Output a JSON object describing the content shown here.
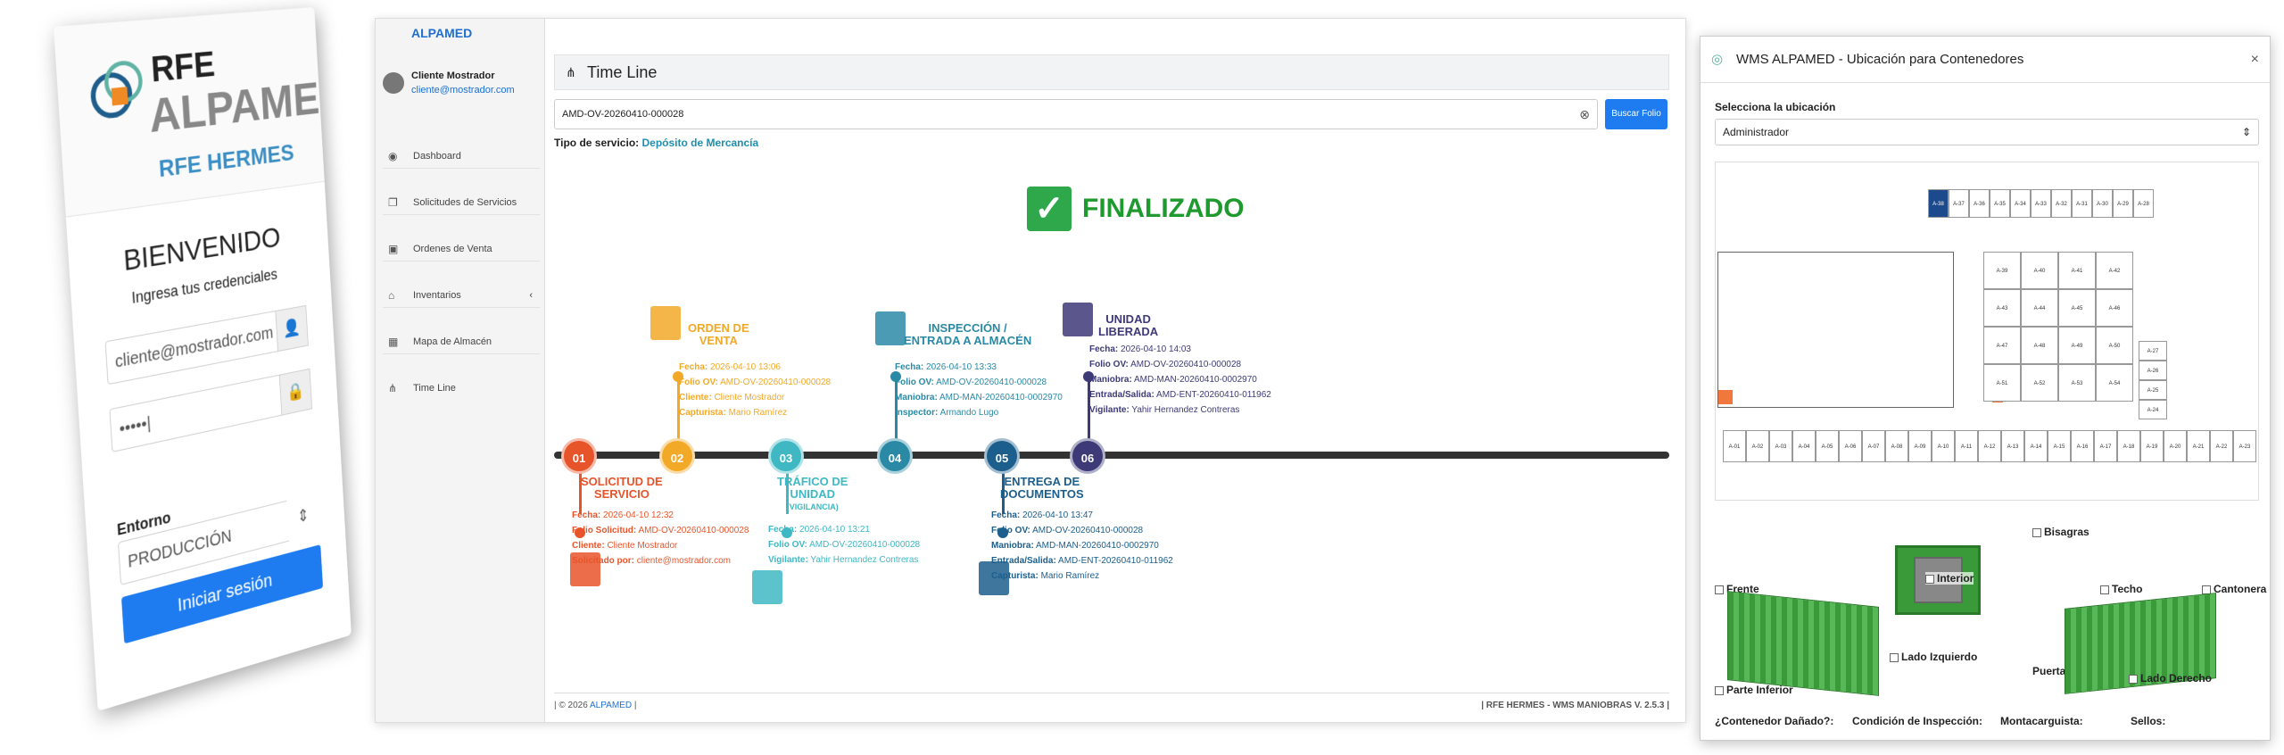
{
  "login": {
    "brand_top": "RFE",
    "brand_bottom": "ALPAMED",
    "product": "RFE HERMES",
    "welcome": "BIENVENIDO",
    "subtitle": "Ingresa tus credenciales",
    "email": "cliente@mostrador.com",
    "password": "•••••|",
    "env_label": "Entorno",
    "env_value": "PRODUCCIÓN",
    "login_button": "Iniciar sesión"
  },
  "sidebar": {
    "brand": "ALPAMED",
    "user_name": "Cliente Mostrador",
    "user_email": "cliente@mostrador.com",
    "items": [
      {
        "label": "Dashboard"
      },
      {
        "label": "Solicitudes de Servicios"
      },
      {
        "label": "Ordenes de Venta"
      },
      {
        "label": "Inventarios",
        "chevron": "‹"
      },
      {
        "label": "Mapa de Almacén"
      },
      {
        "label": "Time Line"
      }
    ]
  },
  "timeline": {
    "title": "Time Line",
    "folio": "AMD-OV-20260410-000028",
    "search_button": "Buscar Folio",
    "service_label": "Tipo de servicio:",
    "service_value": "Depósito de Mercancía",
    "status": "FINALIZADO",
    "steps": [
      {
        "num": "01",
        "color": "#e8542a",
        "title1": "SOLICITUD DE",
        "title2": "SERVICIO",
        "lines": [
          [
            "Fecha:",
            "2026-04-10 12:32"
          ],
          [
            "Folio Solicitud:",
            "AMD-OV-20260410-000028"
          ],
          [
            "Cliente:",
            "Cliente Mostrador"
          ],
          [
            "Solicitado por:",
            "cliente@mostrador.com"
          ]
        ]
      },
      {
        "num": "02",
        "color": "#f2a928",
        "title1": "ORDEN DE",
        "title2": "VENTA",
        "lines": [
          [
            "Fecha:",
            "2026-04-10 13:06"
          ],
          [
            "Folio OV:",
            "AMD-OV-20260410-000028"
          ],
          [
            "Cliente:",
            "Cliente Mostrador"
          ],
          [
            "Capturista:",
            "Mario Ramírez"
          ]
        ]
      },
      {
        "num": "03",
        "color": "#3fb8c4",
        "title1": "TRÁFICO DE",
        "title2": "UNIDAD",
        "title3": "(VIGILANCIA)",
        "lines": [
          [
            "Fecha:",
            "2026-04-10 13:21"
          ],
          [
            "Folio OV:",
            "AMD-OV-20260410-000028"
          ],
          [
            "Vigilante:",
            "Yahir Hernandez Contreras"
          ]
        ]
      },
      {
        "num": "04",
        "color": "#2a8aa6",
        "title1": "INSPECCIÓN /",
        "title2": "ENTRADA A ALMACÉN",
        "lines": [
          [
            "Fecha:",
            "2026-04-10 13:33"
          ],
          [
            "Folio OV:",
            "AMD-OV-20260410-000028"
          ],
          [
            "Maniobra:",
            "AMD-MAN-20260410-0002970"
          ],
          [
            "Inspector:",
            "Armando Lugo"
          ]
        ]
      },
      {
        "num": "05",
        "color": "#1c5e8c",
        "title1": "ENTREGA DE",
        "title2": "DOCUMENTOS",
        "lines": [
          [
            "Fecha:",
            "2026-04-10 13:47"
          ],
          [
            "Folio OV:",
            "AMD-OV-20260410-000028"
          ],
          [
            "Maniobra:",
            "AMD-MAN-20260410-0002970"
          ],
          [
            "Entrada/Salida:",
            "AMD-ENT-20260410-011962"
          ],
          [
            "Capturista:",
            "Mario Ramírez"
          ]
        ]
      },
      {
        "num": "06",
        "color": "#3e3a78",
        "title1": "UNIDAD",
        "title2": "LIBERADA",
        "lines": [
          [
            "Fecha:",
            "2026-04-10 14:03"
          ],
          [
            "Folio OV:",
            "AMD-OV-20260410-000028"
          ],
          [
            "Maniobra:",
            "AMD-MAN-20260410-0002970"
          ],
          [
            "Entrada/Salida:",
            "AMD-ENT-20260410-011962"
          ],
          [
            "Vigilante:",
            "Yahir Hernandez Contreras"
          ]
        ]
      }
    ],
    "footer_left": "| © 2026",
    "footer_link": "ALPAMED",
    "footer_right": "| RFE HERMES - WMS MANIOBRAS V. 2.5.3 |"
  },
  "wms": {
    "title": "WMS ALPAMED - Ubicación para Contenedores",
    "close": "×",
    "select_label": "Selecciona la ubicación",
    "select_value": "Administrador",
    "top_row": [
      "A-38",
      "A-37",
      "A-36",
      "A-35",
      "A-34",
      "A-33",
      "A-32",
      "A-31",
      "A-30",
      "A-29",
      "A-28"
    ],
    "grid": [
      [
        "A-39",
        "A-40",
        "A-41",
        "A-42"
      ],
      [
        "A-43",
        "A-44",
        "A-45",
        "A-46"
      ],
      [
        "A-47",
        "A-48",
        "A-49",
        "A-50"
      ],
      [
        "A-51",
        "A-52",
        "A-53",
        "A-54"
      ]
    ],
    "side_col": [
      "A-27",
      "A-26",
      "A-25",
      "A-24"
    ],
    "bottom_row": [
      "A-01",
      "A-02",
      "A-03",
      "A-04",
      "A-05",
      "A-06",
      "A-07",
      "A-08",
      "A-09",
      "A-10",
      "A-11",
      "A-12",
      "A-13",
      "A-14",
      "A-15",
      "A-16",
      "A-17",
      "A-18",
      "A-19",
      "A-20",
      "A-21",
      "A-22",
      "A-23"
    ],
    "views": {
      "frente": "Frente",
      "parte_inferior": "Parte Inferior",
      "lado_izquierdo": "Lado Izquierdo",
      "bisagras": "Bisagras",
      "interior": "Interior",
      "puertas": "Puertas",
      "techo": "Techo",
      "cantonera": "Cantonera",
      "lado_derecho": "Lado Derecho"
    },
    "questions": [
      "¿Contenedor Dañado?:",
      "Condición de Inspección:",
      "Montacarguista:",
      "Sellos:"
    ]
  }
}
